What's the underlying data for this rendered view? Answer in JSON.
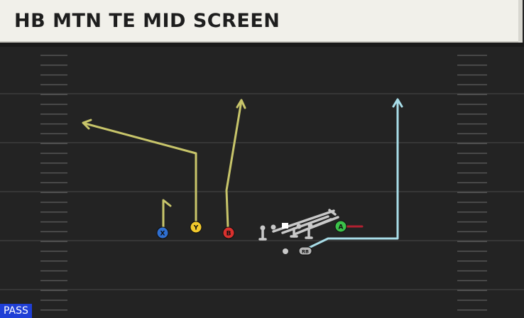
{
  "play": {
    "title": "HB MTN TE MID SCREEN",
    "type_badge": "PASS"
  },
  "field": {
    "background": "#232323",
    "yard_line_color": "#3c3c3c",
    "hash_color": "#555555"
  },
  "players": [
    {
      "id": "X",
      "button": "X",
      "color": "#2f6fd0",
      "route_color": "#c8c56a"
    },
    {
      "id": "Y",
      "button": "Y",
      "color": "#f2c92c",
      "route_color": "#c8c56a"
    },
    {
      "id": "B",
      "button": "B",
      "color": "#d9312e",
      "route_color": "#c8c56a"
    },
    {
      "id": "A",
      "button": "A",
      "color": "#3cc24a",
      "route_color": "#b02030"
    },
    {
      "id": "RB",
      "button": "RB",
      "color": "#b5b5b5",
      "route_color": "#a8dde8"
    }
  ],
  "icons": {
    "x_button": "x-button-icon",
    "y_button": "y-button-icon",
    "b_button": "b-button-icon",
    "a_button": "a-button-icon",
    "rb_button": "rb-button-icon"
  }
}
